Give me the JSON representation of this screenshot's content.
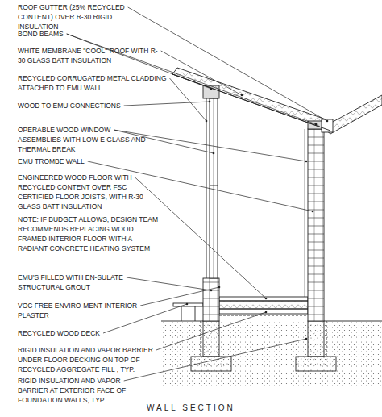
{
  "diagram": {
    "labels": [
      "ROOF GUTTER (25% RECYCLED CONTENT) OVER R-30 RIGID INSULATION",
      "BOND BEAMS",
      "WHITE MEMBRANE \"COOL\" ROOF WITH R-30 GLASS BATT INSULATION",
      "RECYCLED CORRUGATED METAL CLADDING ATTACHED TO EMU WALL",
      "WOOD TO EMU CONNECTIONS",
      "OPERABLE WOOD WINDOW ASSEMBLIES WITH LOW-E GLASS AND THERMAL BREAK",
      "EMU TROMBE WALL",
      "ENGINEERED WOOD FLOOR WITH RECYCLED CONTENT OVER FSC CERTIFIED FLOOR JOISTS, WITH R-30 GLASS BATT INSULATION",
      "NOTE: IF BUDGET ALLOWS, DESIGN TEAM RECOMMENDS REPLACING WOOD FRAMED INTERIOR FLOOR WITH A RADIANT CONCRETE HEATING SYSTEM",
      "EMU'S FILLED WITH EN-SULATE STRUCTURAL GROUT",
      "VOC FREE ENVIRO-MENT INTERIOR PLASTER",
      "RECYCLED WOOD DECK",
      "RIGID INSULATION AND VAPOR BARRIER UNDER FLOOR DECKING ON TOP OF RECYCLED AGGREGATE FILL , TYP.",
      "RIGID INSULATION AND VAPOR BARRIER AT EXTERIOR FACE OF FOUNDATION WALLS, TYP.",
      "WALL SECTION"
    ]
  }
}
